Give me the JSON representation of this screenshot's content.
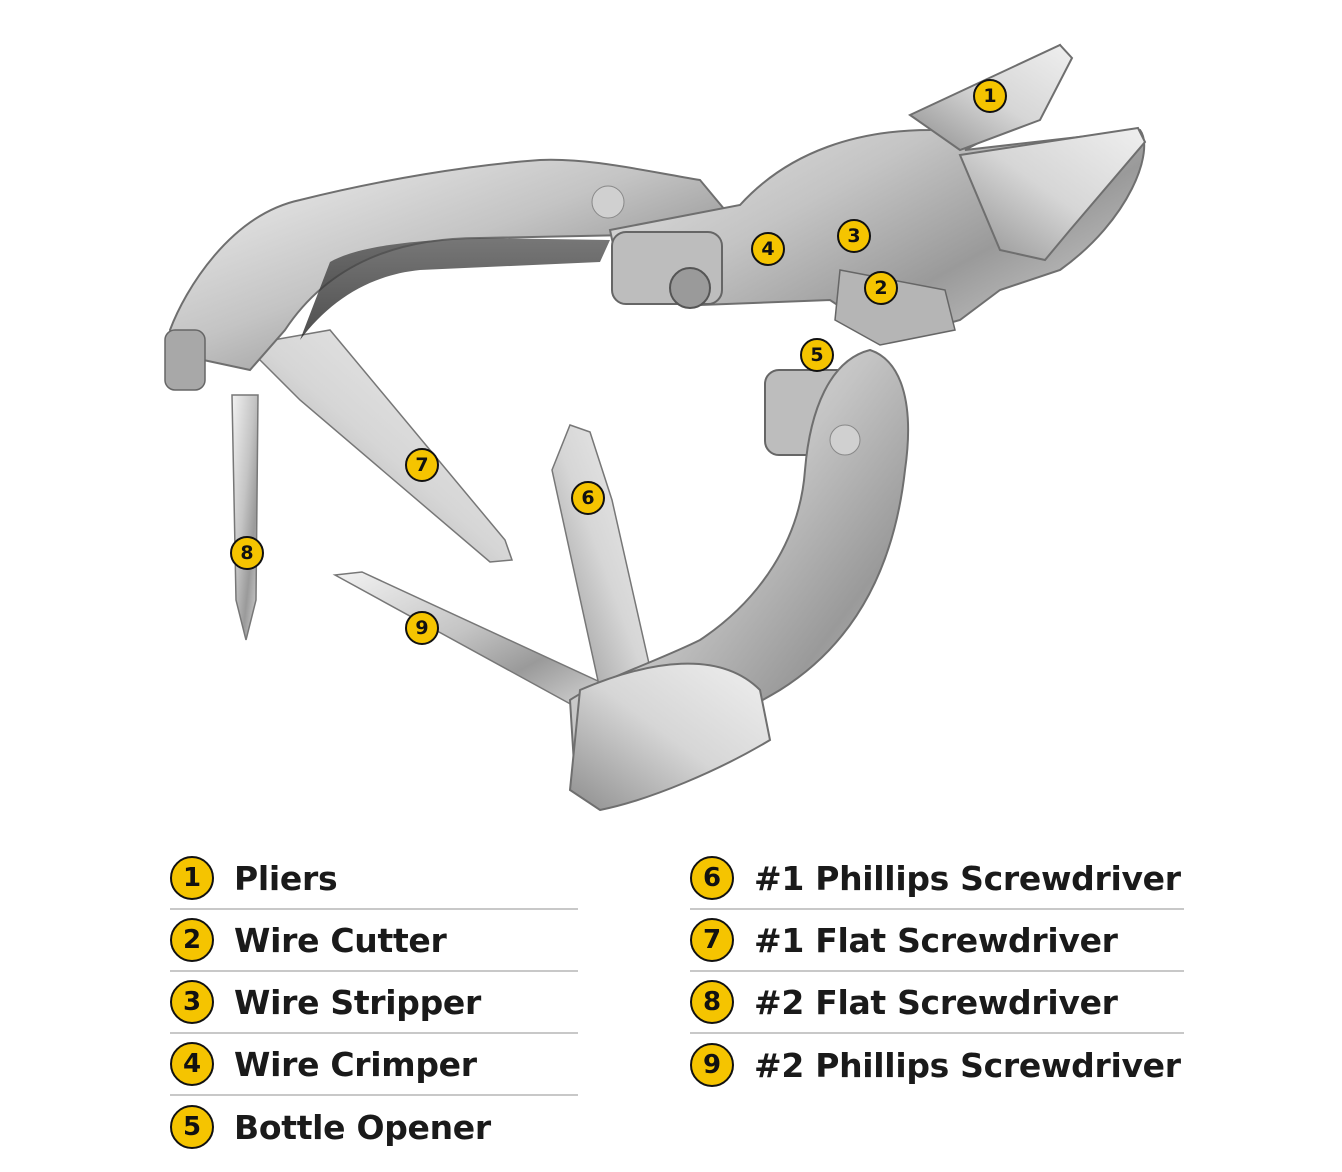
{
  "colors": {
    "accent": "#f5c400",
    "outline": "#111111",
    "metal": "#c9c9c9",
    "divider": "#c8c8c8"
  },
  "callouts": [
    {
      "num": "1"
    },
    {
      "num": "2"
    },
    {
      "num": "3"
    },
    {
      "num": "4"
    },
    {
      "num": "5"
    },
    {
      "num": "6"
    },
    {
      "num": "7"
    },
    {
      "num": "8"
    },
    {
      "num": "9"
    }
  ],
  "legend": {
    "left": [
      {
        "num": "1",
        "label": "Pliers"
      },
      {
        "num": "2",
        "label": "Wire Cutter"
      },
      {
        "num": "3",
        "label": "Wire Stripper"
      },
      {
        "num": "4",
        "label": "Wire Crimper"
      },
      {
        "num": "5",
        "label": "Bottle Opener"
      }
    ],
    "right": [
      {
        "num": "6",
        "label": "#1 Phillips Screwdriver"
      },
      {
        "num": "7",
        "label": "#1 Flat Screwdriver"
      },
      {
        "num": "8",
        "label": "#2 Flat Screwdriver"
      },
      {
        "num": "9",
        "label": "#2 Phillips Screwdriver"
      }
    ]
  }
}
